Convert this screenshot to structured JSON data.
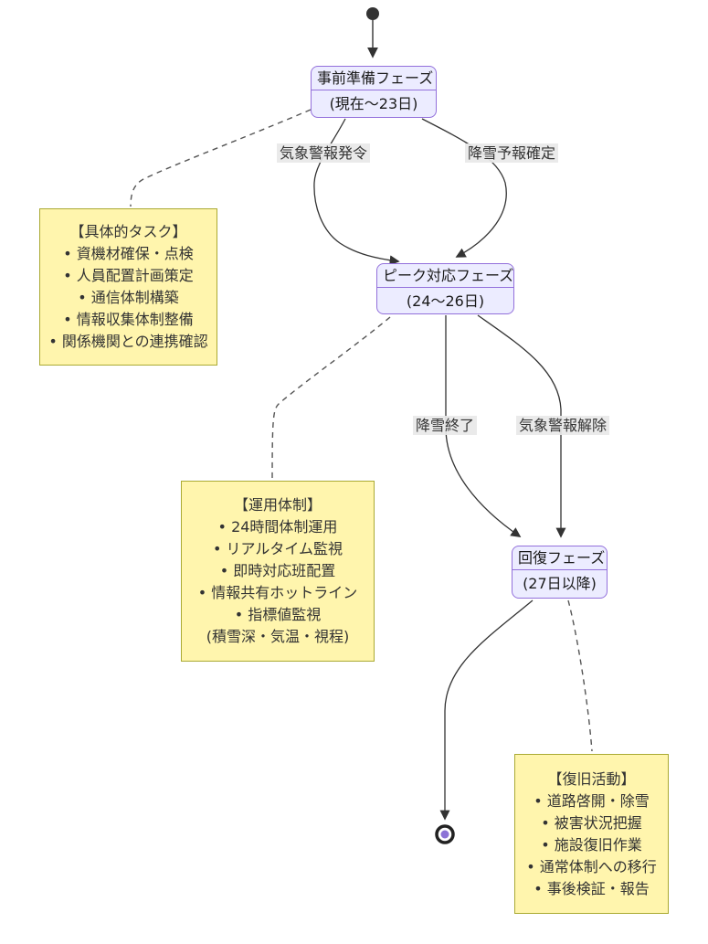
{
  "diagram": {
    "type": "state-diagram",
    "states": [
      {
        "id": "s1",
        "name": "事前準備フェーズ",
        "desc": "(現在～23日)"
      },
      {
        "id": "s2",
        "name": "ピーク対応フェーズ",
        "desc": "(24～26日)"
      },
      {
        "id": "s3",
        "name": "回復フェーズ",
        "desc": "(27日以降)"
      }
    ],
    "transitions": [
      {
        "from": "start",
        "to": "s1",
        "label": ""
      },
      {
        "from": "s1",
        "to": "s2",
        "label": "気象警報発令"
      },
      {
        "from": "s1",
        "to": "s2",
        "label": "降雪予報確定"
      },
      {
        "from": "s2",
        "to": "s3",
        "label": "降雪終了"
      },
      {
        "from": "s2",
        "to": "s3",
        "label": "気象警報解除"
      },
      {
        "from": "s3",
        "to": "end",
        "label": ""
      }
    ],
    "notes": {
      "left": {
        "lines": [
          "【具体的タスク】",
          "• 資機材確保・点検",
          "• 人員配置計画策定",
          "• 通信体制構築",
          "• 情報収集体制整備",
          "• 関係機関との連携確認"
        ]
      },
      "middle": {
        "lines": [
          "【運用体制】",
          "• 24時間体制運用",
          "• リアルタイム監視",
          "• 即時対応班配置",
          "• 情報共有ホットライン",
          "• 指標値監視",
          "(積雪深・気温・視程)"
        ]
      },
      "right": {
        "lines": [
          "【復旧活動】",
          "• 道路啓開・除雪",
          "• 被害状況把握",
          "• 施設復旧作業",
          "• 通常体制への移行",
          "• 事後検証・報告"
        ]
      }
    },
    "colors": {
      "state_fill": "#ECECFF",
      "state_border": "#9370DB",
      "note_fill": "#FFF5AD",
      "note_border": "#AAAA33",
      "edge": "#333333",
      "label_bg": "#E8E8E8",
      "end_inner": "#8B72D6"
    }
  }
}
